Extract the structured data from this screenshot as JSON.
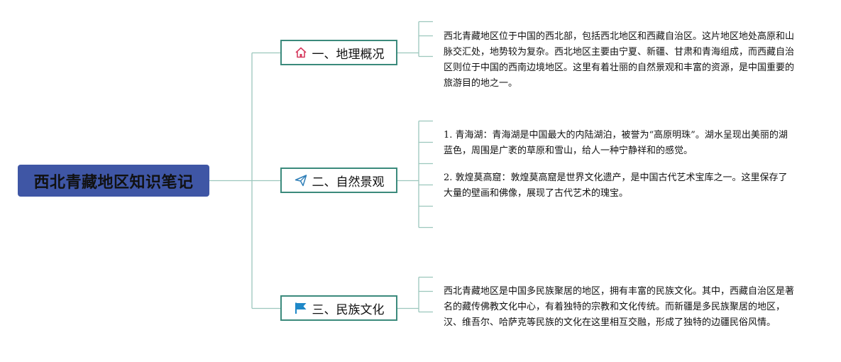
{
  "root": {
    "title": "西北青藏地区知识笔记"
  },
  "colors": {
    "root_fill": "#3f56a5",
    "branch_border": "#3b8a7c",
    "connector": "#9cc7bd",
    "home_icon": "#d63a5e",
    "send_icon": "#2f7fb8",
    "flag_icon": "#1e88c8"
  },
  "branches": [
    {
      "label": "一、地理概况",
      "icon": "home-icon",
      "notes": [
        "西北青藏地区位于中国的西北部，包括西北地区和西藏自治区。这片地区地处高原和山脉交汇处，地势较为复杂。西北地区主要由宁夏、新疆、甘肃和青海组成，而西藏自治区则位于中国的西南边境地区。这里有着壮丽的自然景观和丰富的资源，是中国重要的旅游目的地之一。"
      ]
    },
    {
      "label": "二、自然景观",
      "icon": "send-icon",
      "notes": [
        "1. 青海湖：青海湖是中国最大的内陆湖泊，被誉为“高原明珠”。湖水呈现出美丽的湖蓝色，周围是广袤的草原和雪山，给人一种宁静祥和的感觉。",
        "2. 敦煌莫高窟：敦煌莫高窟是世界文化遗产，是中国古代艺术宝库之一。这里保存了大量的壁画和佛像，展现了古代艺术的瑰宝。"
      ]
    },
    {
      "label": "三、民族文化",
      "icon": "flag-icon",
      "notes": [
        "西北青藏地区是中国多民族聚居的地区，拥有丰富的民族文化。其中，西藏自治区是著名的藏传佛教文化中心，有着独特的宗教和文化传统。而新疆是多民族聚居的地区，汉、维吾尔、哈萨克等民族的文化在这里相互交融，形成了独特的边疆民俗风情。"
      ]
    }
  ]
}
